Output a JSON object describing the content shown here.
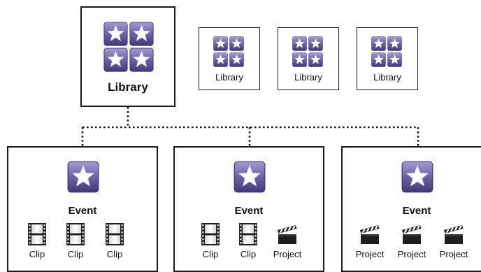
{
  "libraries": {
    "main_label": "Library",
    "small_labels": [
      "Library",
      "Library",
      "Library"
    ]
  },
  "events": [
    {
      "label": "Event",
      "items": [
        {
          "type": "clip",
          "label": "Clip"
        },
        {
          "type": "clip",
          "label": "Clip"
        },
        {
          "type": "clip",
          "label": "Clip"
        }
      ]
    },
    {
      "label": "Event",
      "items": [
        {
          "type": "clip",
          "label": "Clip"
        },
        {
          "type": "clip",
          "label": "Clip"
        },
        {
          "type": "project",
          "label": "Project"
        }
      ]
    },
    {
      "label": "Event",
      "items": [
        {
          "type": "project",
          "label": "Project"
        },
        {
          "type": "project",
          "label": "Project"
        },
        {
          "type": "project",
          "label": "Project"
        }
      ]
    }
  ],
  "colors": {
    "star_tile_top": "#9a92c9",
    "star_tile_bottom": "#4a3f86",
    "border": "#1a1a1a",
    "connector": "#1a1a1a"
  },
  "icons": {
    "library": "library-stars-icon",
    "event": "event-star-icon",
    "clip": "film-clip-icon",
    "project": "clapperboard-icon"
  }
}
